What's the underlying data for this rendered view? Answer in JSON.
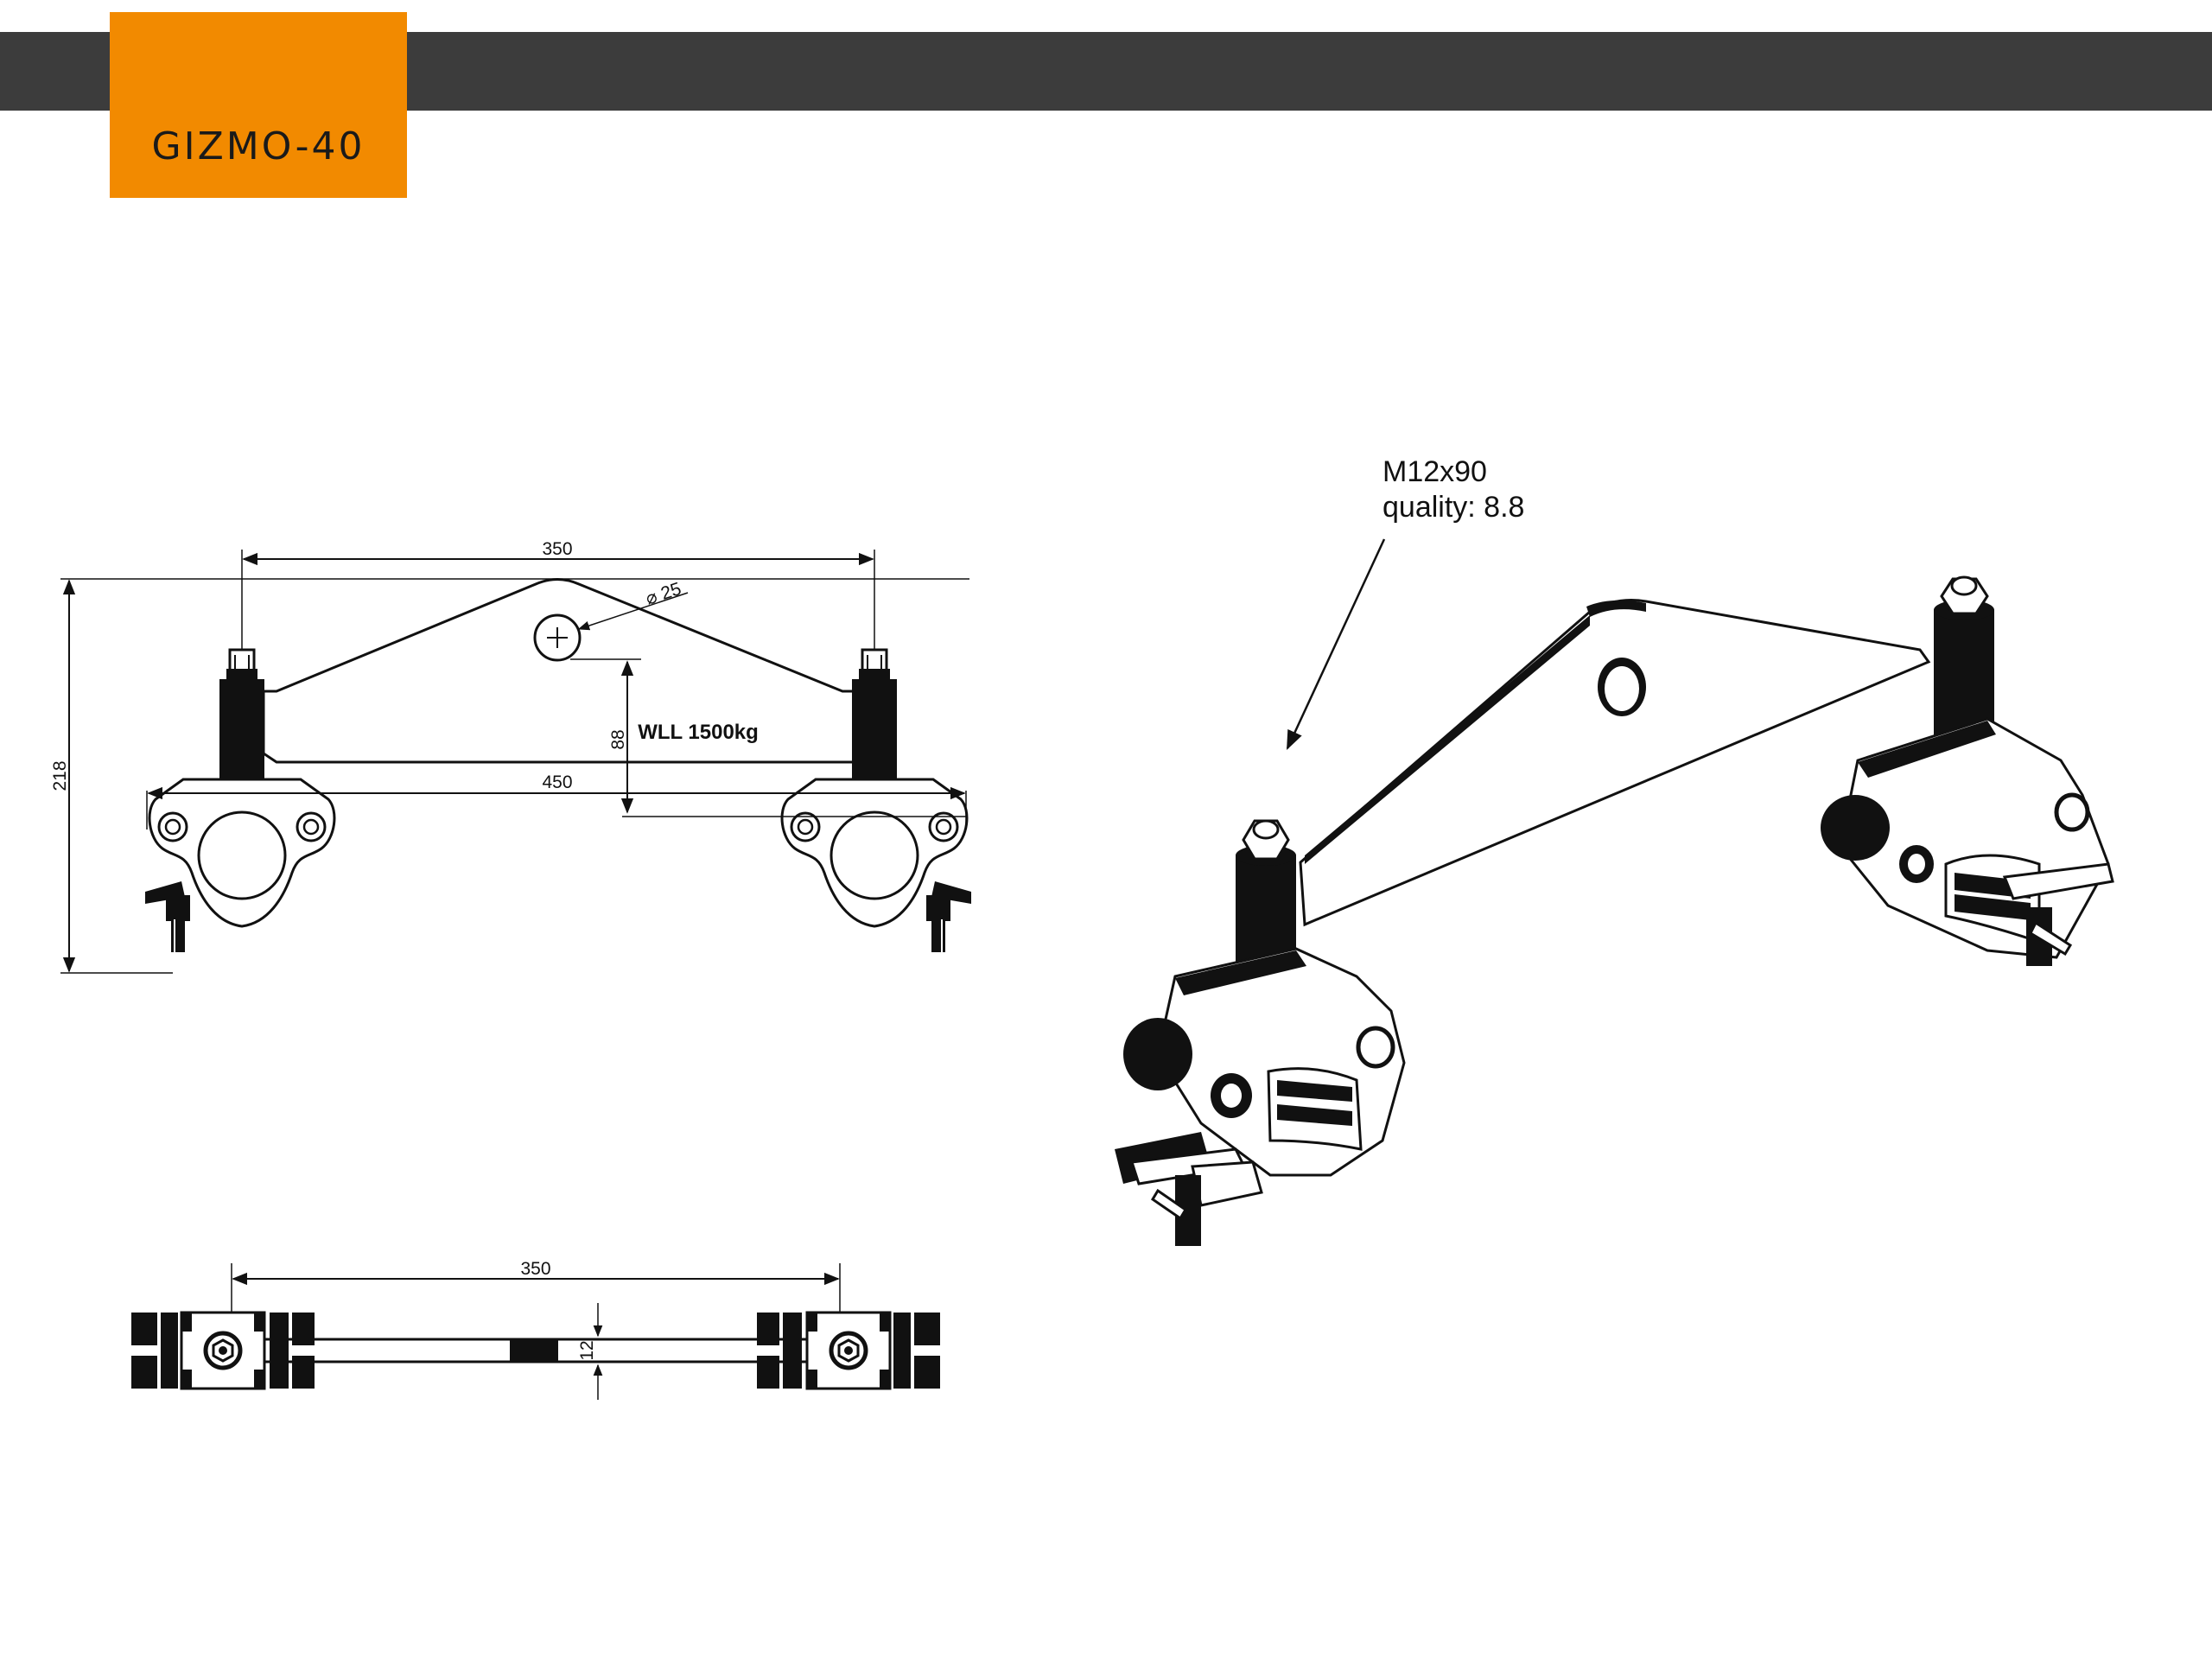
{
  "header": {
    "model_name": "GIZMO-40",
    "bar_color": "#3c3c3c",
    "tag_color": "#f28a00"
  },
  "front_view": {
    "dim_top_span": "350",
    "dim_bottom_span": "450",
    "dim_height": "218",
    "dim_hole_height": "88",
    "dim_hole_diameter": "⌀ 25",
    "load_label": "WLL 1500kg"
  },
  "top_view": {
    "dim_span": "350",
    "dim_thickness": "12"
  },
  "iso_view": {
    "bolt_spec": "M12x90",
    "bolt_quality": "quality: 8.8"
  }
}
